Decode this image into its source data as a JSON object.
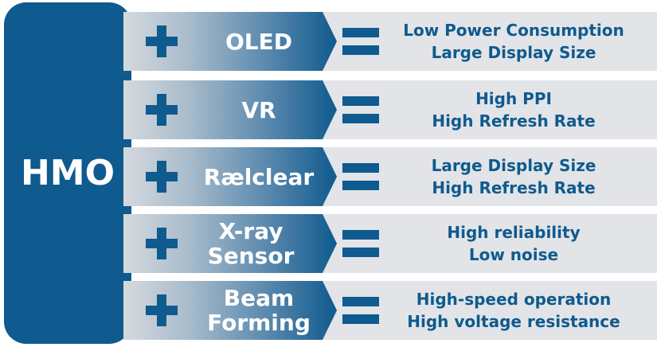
{
  "center": "HMO",
  "colors": {
    "brand": "#0f5a8e",
    "band": "#e2e4e7"
  },
  "rows": [
    {
      "tech": "OLED",
      "benefits": [
        "Low Power Consumption",
        "Large Display Size"
      ]
    },
    {
      "tech": "VR",
      "benefits": [
        "High PPI",
        "High Refresh Rate"
      ]
    },
    {
      "tech": "Rælclear",
      "benefits": [
        "Large Display Size",
        "High Refresh Rate"
      ]
    },
    {
      "tech": "X-ray Sensor",
      "benefits": [
        "High reliability",
        "Low noise"
      ]
    },
    {
      "tech": "Beam Forming",
      "benefits": [
        "High-speed operation",
        "High voltage resistance"
      ]
    }
  ]
}
